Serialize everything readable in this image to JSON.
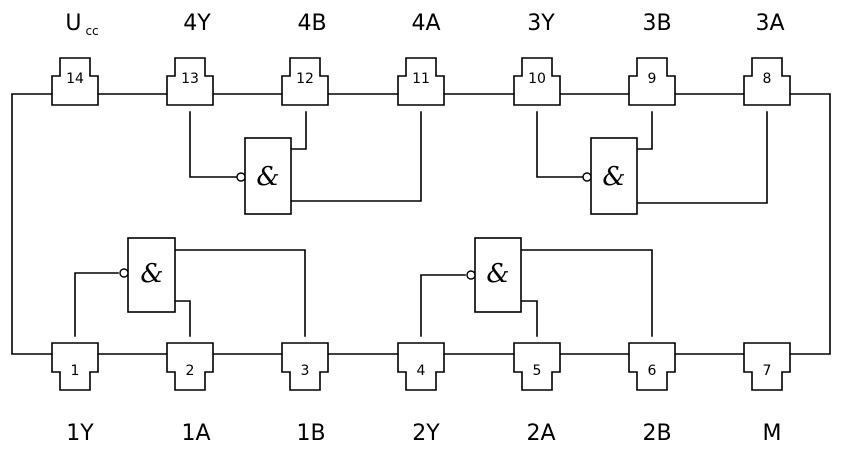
{
  "top_pins": [
    {
      "number": "14",
      "label": "U",
      "label_sub": "cc"
    },
    {
      "number": "13",
      "label": "4Y"
    },
    {
      "number": "12",
      "label": "4B"
    },
    {
      "number": "11",
      "label": "4A"
    },
    {
      "number": "10",
      "label": "3Y"
    },
    {
      "number": "9",
      "label": "3B"
    },
    {
      "number": "8",
      "label": "3A"
    }
  ],
  "bottom_pins": [
    {
      "number": "1",
      "label": "1Y"
    },
    {
      "number": "2",
      "label": "1A"
    },
    {
      "number": "3",
      "label": "1B"
    },
    {
      "number": "4",
      "label": "2Y"
    },
    {
      "number": "5",
      "label": "2A"
    },
    {
      "number": "6",
      "label": "2B"
    },
    {
      "number": "7",
      "label": "M"
    }
  ],
  "gates": [
    {
      "symbol": "&"
    },
    {
      "symbol": "&"
    },
    {
      "symbol": "&"
    },
    {
      "symbol": "&"
    }
  ]
}
